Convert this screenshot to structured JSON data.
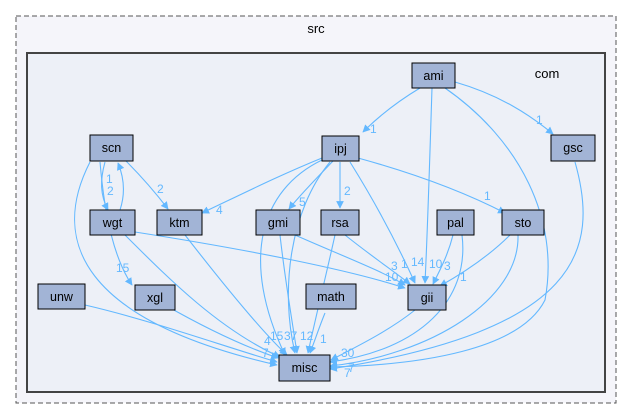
{
  "clusters": {
    "outer": "src",
    "inner": "com"
  },
  "nodes": {
    "ami": "ami",
    "ipj": "ipj",
    "gsc": "gsc",
    "scn": "scn",
    "wgt": "wgt",
    "ktm": "ktm",
    "gmi": "gmi",
    "rsa": "rsa",
    "pal": "pal",
    "sto": "sto",
    "unw": "unw",
    "xgl": "xgl",
    "math": "math",
    "gii": "gii",
    "misc": "misc"
  },
  "edge_labels": {
    "ami_ipj": "1",
    "ami_gsc": "1",
    "scn_wgt": "1",
    "wgt_scn": "2",
    "scn_ktm": "2",
    "ipj_ktm": "4",
    "ipj_gmi": "5",
    "ipj_rsa": "2",
    "ipj_sto": "1",
    "scn_xgl": "15",
    "gmi_gii": "3",
    "rsa_gii_a": "10",
    "rsa_gii_b": "1",
    "ami_gii": "14",
    "pal_gii": "10",
    "sto_gii_a": "3",
    "sto_gii_b": "1",
    "misc_cluster_a": "4",
    "misc_cluster_b": "15",
    "misc_cluster_c": "37",
    "misc_cluster_d": "12",
    "math_misc": "1",
    "gii_misc": "30",
    "gsc_misc": "7",
    "unw_misc": "7",
    "sto_misc": "7"
  },
  "colors": {
    "node_fill": "#a2b4d6",
    "edge": "#63b8ff",
    "outer_fill": "#f5f5fa",
    "inner_fill": "#edf0f7"
  }
}
